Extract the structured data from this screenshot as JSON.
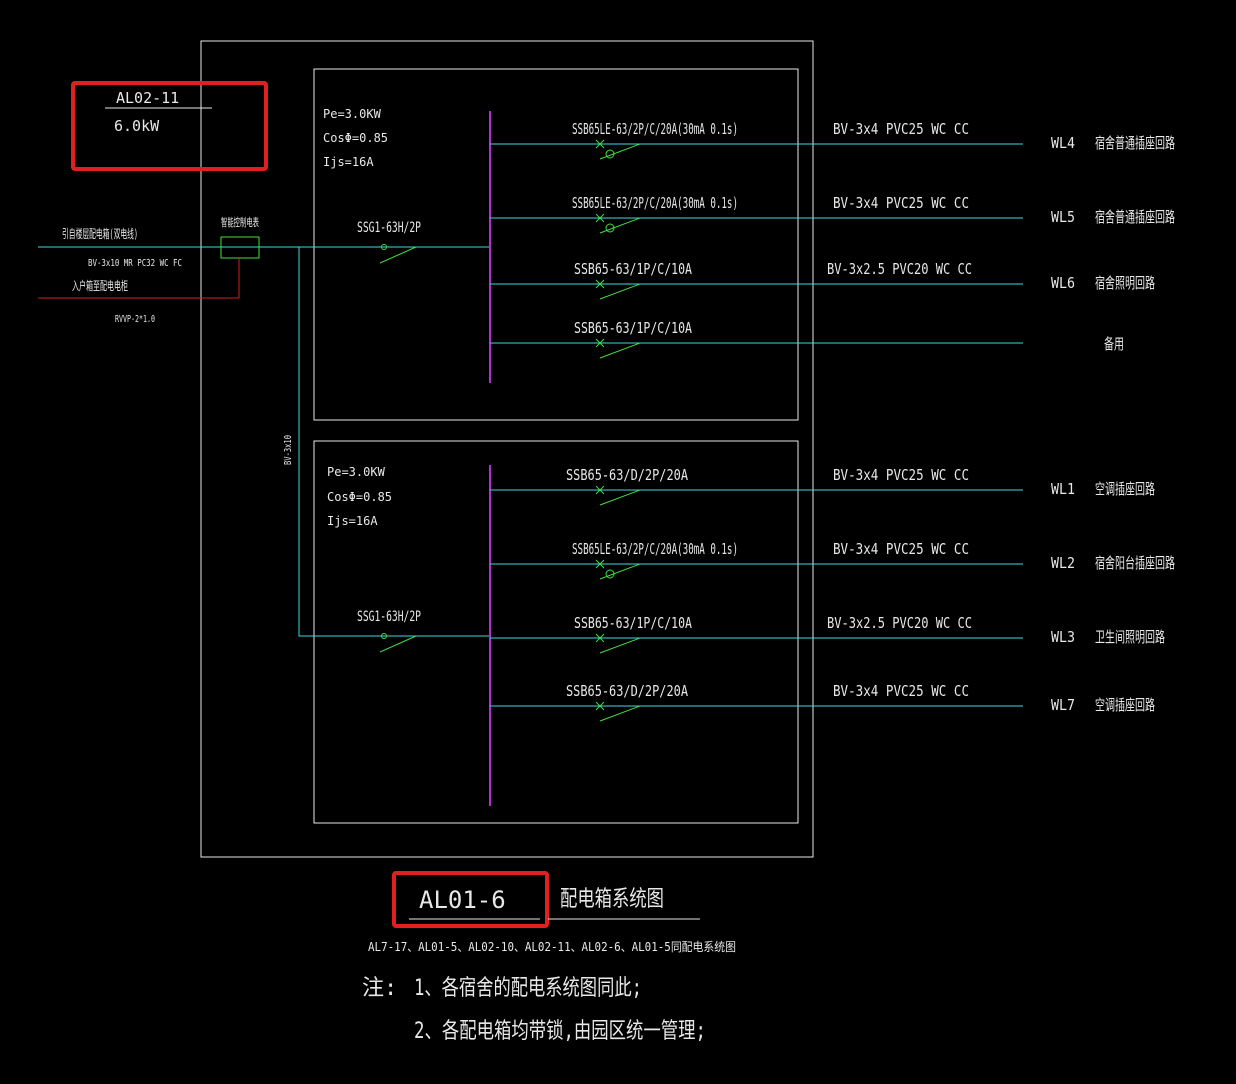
{
  "colors": {
    "background": "#000000",
    "frame": "#e8e8e8",
    "bus": "#b030d0",
    "feeder": "#40d8e0",
    "switch": "#40e040",
    "incoming": "#40d8e0",
    "incoming_red": "#d02020",
    "highlight": "#e02020"
  },
  "panel_tag": {
    "id": "AL02-11",
    "power": "6.0kW"
  },
  "incoming": {
    "source_label": "引自楼层配电箱(双电线)",
    "meter_label": "智能控制电表",
    "cable_spec": "BV-3x10  MR PC32  WC FC",
    "signal_label": "入户箱至配电电柜",
    "signal_cable": "RVVP-2*1.0",
    "vertical_cable": "BV-3x10"
  },
  "upper_group": {
    "pe": "Pe=3.0KW",
    "cos": "CosΦ=0.85",
    "ijs": "Ijs=16A",
    "main_breaker": "SSG1-63H/2P",
    "circuits": [
      {
        "breaker": "SSB65LE-63/2P/C/20A(30mA 0.1s)",
        "cable": "BV-3x4  PVC25  WC  CC",
        "id": "WL4",
        "desc": "宿舍普通插座回路",
        "type": "rcd"
      },
      {
        "breaker": "SSB65LE-63/2P/C/20A(30mA 0.1s)",
        "cable": "BV-3x4  PVC25  WC  CC",
        "id": "WL5",
        "desc": "宿舍普通插座回路",
        "type": "rcd"
      },
      {
        "breaker": "SSB65-63/1P/C/10A",
        "cable": "BV-3x2.5  PVC20  WC  CC",
        "id": "WL6",
        "desc": "宿舍照明回路",
        "type": "mcb"
      },
      {
        "breaker": "SSB65-63/1P/C/10A",
        "cable": "",
        "id": "",
        "desc": "备用",
        "type": "mcb"
      }
    ]
  },
  "lower_group": {
    "pe": "Pe=3.0KW",
    "cos": "CosΦ=0.85",
    "ijs": "Ijs=16A",
    "main_breaker": "SSG1-63H/2P",
    "circuits": [
      {
        "breaker": "SSB65-63/D/2P/20A",
        "cable": "BV-3x4  PVC25  WC  CC",
        "id": "WL1",
        "desc": "空调插座回路",
        "type": "mcb"
      },
      {
        "breaker": "SSB65LE-63/2P/C/20A(30mA 0.1s)",
        "cable": "BV-3x4  PVC25  WC  CC",
        "id": "WL2",
        "desc": "宿舍阳台插座回路",
        "type": "rcd"
      },
      {
        "breaker": "SSB65-63/1P/C/10A",
        "cable": "BV-3x2.5  PVC20  WC  CC",
        "id": "WL3",
        "desc": "卫生间照明回路",
        "type": "mcb"
      },
      {
        "breaker": "SSB65-63/D/2P/20A",
        "cable": "BV-3x4  PVC25  WC  CC",
        "id": "WL7",
        "desc": "空调插座回路",
        "type": "mcb"
      }
    ]
  },
  "title": {
    "id": "AL01-6",
    "name": "配电箱系统图",
    "subtitle": "AL7-17、AL01-5、AL02-10、AL02-11、AL02-6、AL01-5同配电系统图"
  },
  "notes": {
    "label": "注:",
    "items": [
      "1、各宿舍的配电系统图同此;",
      "2、各配电箱均带锁,由园区统一管理;"
    ]
  }
}
